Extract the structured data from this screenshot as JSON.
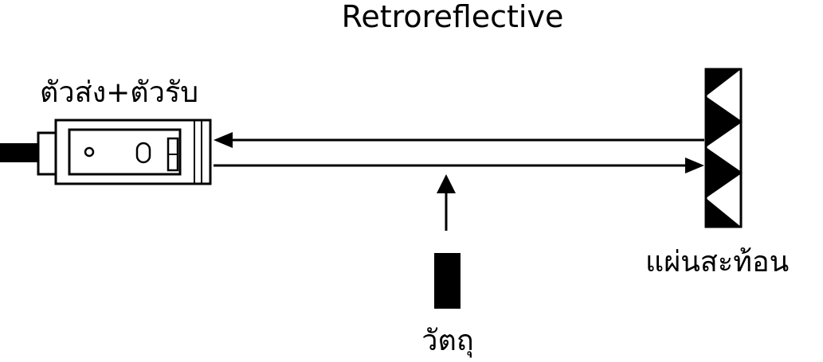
{
  "title": "Retroreflective",
  "labels": {
    "sensor": "ตัวส่ง+ตัวรับ",
    "reflector": "แผ่นสะท้อน",
    "object": "วัตถุ"
  },
  "colors": {
    "ink": "#000000",
    "background": "#ffffff"
  },
  "icons": {
    "sensor": "sensor-body-icon",
    "reflector": "reflector-prism-icon",
    "object": "object-block-icon"
  }
}
